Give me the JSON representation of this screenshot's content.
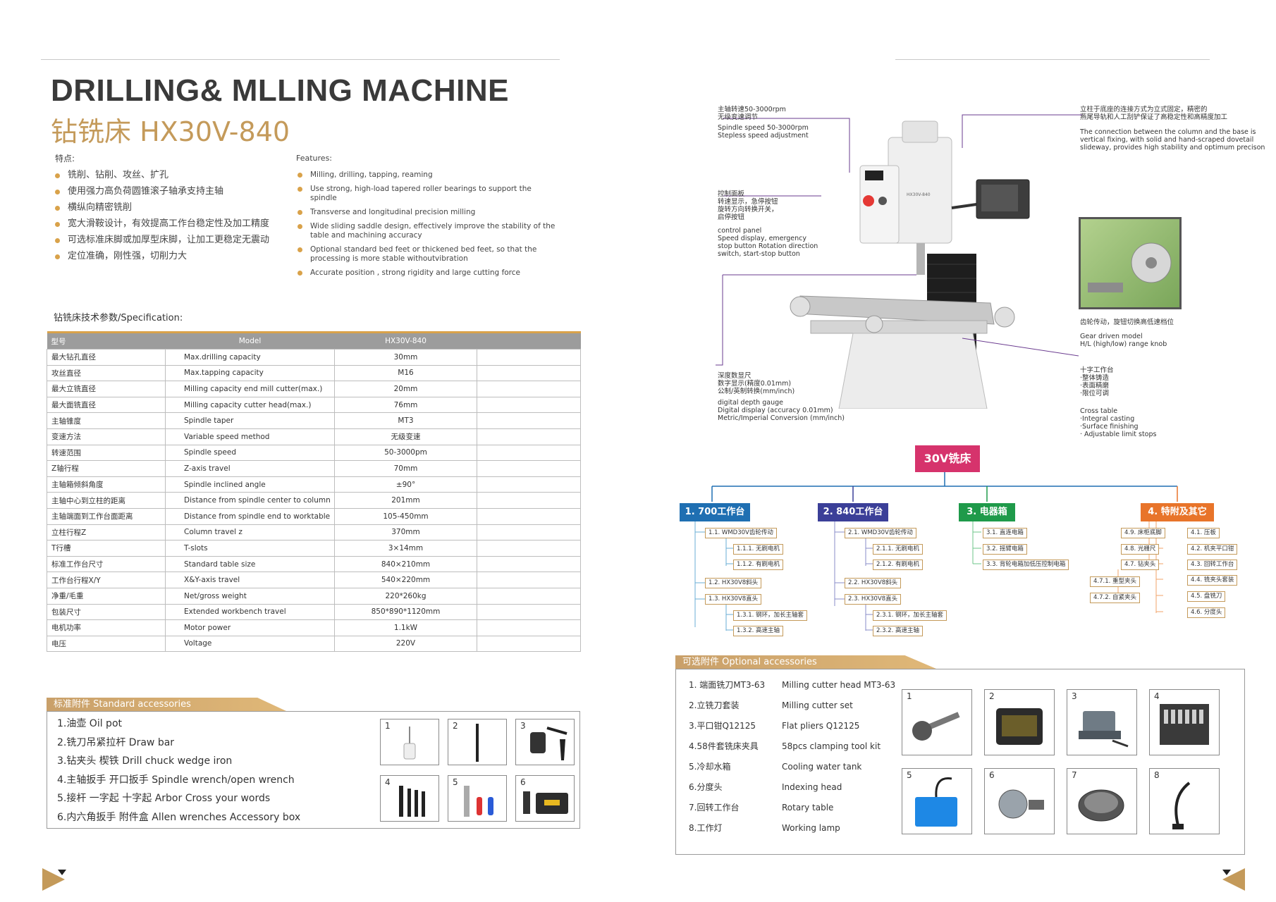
{
  "title": {
    "en": "DRILLING& MLLING MACHINE",
    "cn": "钻铣床 HX30V-840"
  },
  "features": {
    "cn_heading": "特点:",
    "en_heading": "Features:",
    "cn": [
      "铣削、钻削、攻丝、扩孔",
      "使用强力高负荷圆锥滚子轴承支持主轴",
      "横纵向精密铣削",
      "宽大滑鞍设计，有效提高工作台稳定性及加工精度",
      "可选标准床脚或加厚型床脚，让加工更稳定无震动",
      "定位准确，刚性强，切削力大"
    ],
    "en": [
      "Milling, drilling, tapping, reaming",
      "Use strong, high-load tapered roller bearings to support the spindle",
      "Transverse and longitudinal precision milling",
      "Wide sliding saddle design, effectively improve the stability of the table and machining accuracy",
      "Optional standard bed feet or thickened bed feet, so that the processing is more stable withoutvibration",
      "Accurate position , strong rigidity and large cutting force"
    ]
  },
  "spec": {
    "label": "钻铣床技术参数/Specification:",
    "headers": [
      "型号",
      "Model",
      "HX30V-840",
      ""
    ],
    "rows": [
      [
        "最大钻孔直径",
        "Max.drilling capacity",
        "30mm"
      ],
      [
        "攻丝直径",
        "Max.tapping capacity",
        "M16"
      ],
      [
        "最大立铣直径",
        "Milling capacity end mill cutter(max.)",
        "20mm"
      ],
      [
        "最大面铣直径",
        "Milling capacity cutter head(max.)",
        "76mm"
      ],
      [
        "主轴锥度",
        "Spindle taper",
        "MT3"
      ],
      [
        "变速方法",
        "Variable speed method",
        "无级变速"
      ],
      [
        "转速范围",
        "Spindle speed",
        "50-3000pm"
      ],
      [
        "Z轴行程",
        "Z-axis travel",
        "70mm"
      ],
      [
        "主轴箱倾斜角度",
        "Spindle inclined angle",
        "±90°"
      ],
      [
        "主轴中心到立柱的距离",
        "Distance from spindle center to column",
        "201mm"
      ],
      [
        "主轴端面到工作台面距离",
        "Distance from spindle end to worktable",
        "105-450mm"
      ],
      [
        "立柱行程Z",
        "Column travel z",
        "370mm"
      ],
      [
        "T行槽",
        "T-slots",
        "3×14mm"
      ],
      [
        "标准工作台尺寸",
        "Standard table size",
        "840×210mm"
      ],
      [
        "工作台行程X/Y",
        "X&Y-axis travel",
        "540×220mm"
      ],
      [
        "净重/毛重",
        "Net/gross weight",
        "220*260kg"
      ],
      [
        "包装尺寸",
        "Extended workbench travel",
        "850*890*1120mm"
      ],
      [
        "电机功率",
        "Motor power",
        "1.1kW"
      ],
      [
        "电压",
        "Voltage",
        "220V"
      ]
    ]
  },
  "standard_accessories": {
    "tab": "标准附件 Standard accessories",
    "items": [
      "1.油壶    Oil pot",
      "2.铣刀吊紧拉杆   Draw bar",
      "3.钻夹头 楔铁    Drill chuck wedge iron",
      "4.主轴扳手 开口扳手   Spindle wrench/open wrench",
      "5.接杆 一字起  十字起      Arbor Cross your words",
      "6.内六角扳手   附件盒   Allen wrenches Accessory box"
    ],
    "thumbs": [
      "1",
      "2",
      "3",
      "4",
      "5",
      "6"
    ]
  },
  "callouts": {
    "speed_cn": "主轴转速50-3000rpm\n无级变速调节",
    "speed_en": "Spindle speed 50-3000rpm\nStepless speed adjustment",
    "column_cn": "立柱于底座的连接方式为立式固定，精密的\n燕尾导轨和人工刮铲保证了高稳定性和高精度加工",
    "column_en": "The connection between the column and the base is\nvertical fixing, with solid and hand-scraped dovetail\nslideway, provides high stability and optimum precison",
    "panel_cn": "控制面板\n转速显示，急停按钮\n旋转方向转换开关，\n启停按钮",
    "panel_en": "control panel\nSpeed display, emergency\nstop button Rotation direction\nswitch, start-stop button",
    "gear_cn": "齿轮传动，旋钮切换高低速档位",
    "gear_en": "Gear driven model\nH/L (high/low) range knob",
    "depth_cn": "深度数显尺\n数字显示(精度0.01mm)\n公制/英制转换(mm/inch)",
    "depth_en": "digital depth gauge\nDigital display (accuracy 0.01mm)\nMetric/Imperial Conversion (mm/inch)",
    "table_cn": "十字工作台\n·整体铸造\n·表面精磨\n·限位可调",
    "table_en": "Cross table\n·Integral casting\n·Surface finishing\n· Adjustable limit stops",
    "machine_plate": "HX30V-840"
  },
  "tree": {
    "root": "30V铣床",
    "branches": [
      {
        "label": "1. 700工作台",
        "color": "#1f6fb2"
      },
      {
        "label": "2. 840工作台",
        "color": "#3b3f98"
      },
      {
        "label": "3. 电器箱",
        "color": "#1f9a4a"
      },
      {
        "label": "4. 特附及其它",
        "color": "#e8742a"
      }
    ],
    "b1": [
      "1.1. WMD30V齿轮传动",
      "1.1.1. 无刷电机",
      "1.1.2. 有刷电机",
      "1.2. HX30V8斜头",
      "1.3. HX30V8直头",
      "1.3.1. 钢环，加长主轴套",
      "1.3.2. 高速主轴"
    ],
    "b2": [
      "2.1. WMD30V齿轮传动",
      "2.1.1. 无刷电机",
      "2.1.2. 有刷电机",
      "2.2. HX30V8斜头",
      "2.3. HX30V8直头",
      "2.3.1. 钢环，加长主轴套",
      "2.3.2. 高速主轴"
    ],
    "b3": [
      "3.1. 直连电箱",
      "3.2. 摇臂电箱",
      "3.3. 背轮电箱加低压控制电箱"
    ],
    "b4_left": [
      "4.9. 床柜底脚",
      "4.8. 光栅尺",
      "4.7. 钻夹头",
      "4.7.1. 重型夹头",
      "4.7.2. 自紧夹头"
    ],
    "b4_right": [
      "4.1. 压板",
      "4.2. 机夹平口钳",
      "4.3. 回转工作台",
      "4.4. 铣夹头套装",
      "4.5. 盘铣刀",
      "4.6. 分度头"
    ]
  },
  "optional_accessories": {
    "tab": "可选附件  Optional accessories",
    "items": [
      {
        "cn": "1. 端面铣刀MT3-63",
        "en": "Milling cutter head MT3-63"
      },
      {
        "cn": "2.立铣刀套装",
        "en": "Milling cutter set"
      },
      {
        "cn": "3.平口钳Q12125",
        "en": "Flat pliers Q12125"
      },
      {
        "cn": "4.58件套铣床夹具",
        "en": "58pcs clamping tool kit"
      },
      {
        "cn": "5.冷却水箱",
        "en": "Cooling water tank"
      },
      {
        "cn": "6.分度头",
        "en": "Indexing head"
      },
      {
        "cn": "7.回转工作台",
        "en": "Rotary table"
      },
      {
        "cn": "8.工作灯",
        "en": "Working lamp"
      }
    ],
    "thumbs": [
      "1",
      "2",
      "3",
      "4",
      "5",
      "6",
      "7",
      "8"
    ]
  },
  "colors": {
    "gold": "#d9a24a",
    "title_gold": "#c49a5a",
    "root": "#d6336c"
  }
}
